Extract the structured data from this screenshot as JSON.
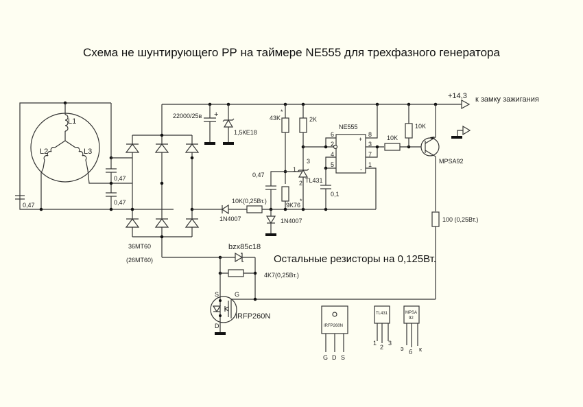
{
  "title": "Схема не шунтирующего РР на таймере NE555 для трехфазного генератора",
  "note": "Остальные резисторы на 0,125Вт.",
  "generator": {
    "windings": [
      "L1",
      "L2",
      "L3"
    ],
    "cap_left": "0,47",
    "cap_mid_top": "0,47",
    "cap_mid_bottom": "0,47"
  },
  "rectifier": {
    "label": "36MT60",
    "alt_label": "(26MT60)"
  },
  "power": {
    "filter_cap": "22000/25в",
    "tvs": "1,5КЕ18",
    "supply_label": "+14,3",
    "supply_dest": "к замку зажигания"
  },
  "divider": {
    "r_top": "43K",
    "r_bottom": "9K76",
    "star": "*",
    "cap": "0,47",
    "r_series": "10K(0,25Вт.)",
    "diode_series": "1N4007",
    "diode_gnd": "1N4007"
  },
  "tl431": {
    "label": "TL431",
    "r_pullup": "2K",
    "pins": [
      "1",
      "2",
      "3"
    ]
  },
  "ne555": {
    "label": "NE555",
    "pins_left": [
      "6",
      "2",
      "4",
      "5"
    ],
    "pins_right": [
      "8",
      "3",
      "7",
      "1"
    ],
    "plus": "+",
    "minus": "-",
    "cap": "0,1"
  },
  "driver": {
    "r_base": "10K",
    "r_pullup": "10K",
    "transistor": "MPSA92",
    "r_collector": "100 (0,25Вт.)"
  },
  "mosfet": {
    "label": "IRFP260N",
    "pin_s": "S",
    "pin_g": "G",
    "pin_d": "D",
    "zener": "bzx85c18",
    "r_gate": "4K7(0,25Вт.)"
  },
  "pinouts": [
    {
      "name": "IRFP260N",
      "pins": [
        "G",
        "D",
        "S"
      ]
    },
    {
      "name": "TL431",
      "pins": [
        "1",
        "2",
        "3"
      ]
    },
    {
      "name": "MPSA 92",
      "name_l1": "MPSA",
      "name_l2": "92",
      "pins": [
        "э",
        "б",
        "к"
      ]
    }
  ]
}
